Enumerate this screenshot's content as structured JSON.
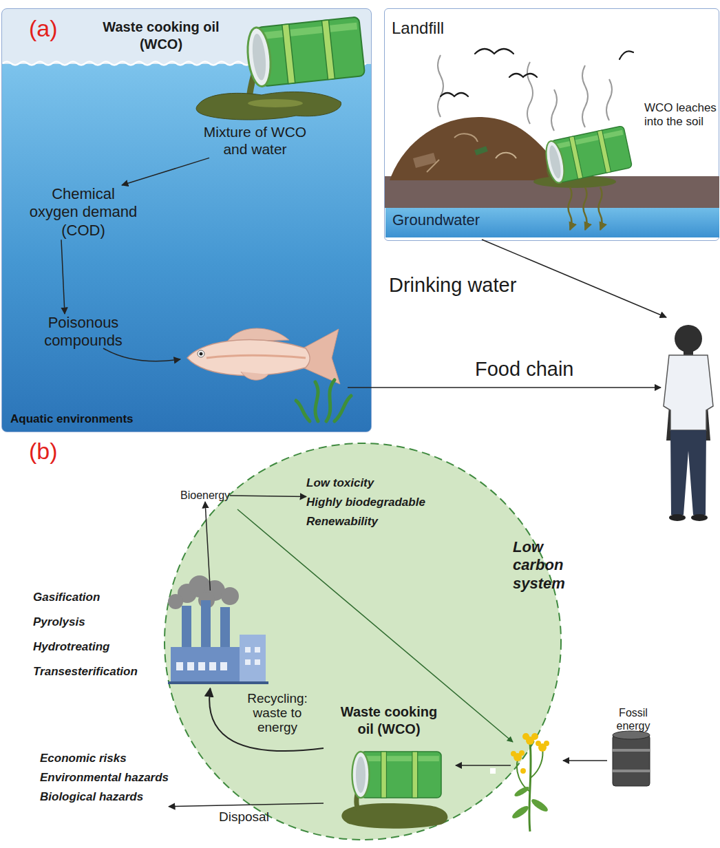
{
  "diagram": {
    "nodes": [
      {
        "text": [
          "Aquatic environments"
        ]
      },
      {
        "text": [
          "Waste cooking oil (WCO)"
        ],
        "in": 0
      },
      {
        "text": [
          "Mixture of WCO and water"
        ],
        "in": 0
      },
      {
        "text": [
          "Chemical oxygen demand (COD)"
        ],
        "in": 0
      },
      {
        "text": [
          "Poisonous compounds"
        ],
        "in": 0
      },
      {
        "text": [
          "Landfill"
        ]
      },
      {
        "text": [
          "WCO leaches into the soil"
        ],
        "in": 5
      },
      {
        "text": [
          "Groundwater"
        ],
        "in": 5
      },
      {
        "text": [
          "Low carbon system"
        ]
      },
      {
        "text": [
          "Bioenergy"
        ],
        "in": 8
      },
      {
        "text": [
          "Waste cooking oil (WCO)"
        ],
        "in": 8
      },
      {
        "text": [
          "Gasification",
          "Pyrolysis",
          "Hydrotreating",
          "Transesterification"
        ]
      },
      {
        "text": [
          "Low toxicity",
          "Highly biodegradable",
          "Renewability"
        ],
        "in": 8
      },
      {
        "text": [
          "Economic risks",
          "Environmental hazards",
          "Biological hazards"
        ]
      },
      {
        "text": [
          "Fossil energy"
        ]
      }
    ],
    "edges": [
      {
        "from": 2,
        "to": 3,
        "arrow": "to"
      },
      {
        "from": 3,
        "to": 4,
        "arrow": "to"
      },
      {
        "from": 10,
        "to": 11,
        "label": "Recycling: waste to energy",
        "arrow": "to"
      },
      {
        "from": 11,
        "to": 9,
        "arrow": "to"
      },
      {
        "from": 9,
        "to": 12,
        "arrow": "to"
      },
      {
        "from": 10,
        "to": 13,
        "label": "Disposal",
        "arrow": "to"
      }
    ],
    "labels": [
      "(a)",
      "Drinking water",
      "Food chain",
      "(b)"
    ]
  }
}
